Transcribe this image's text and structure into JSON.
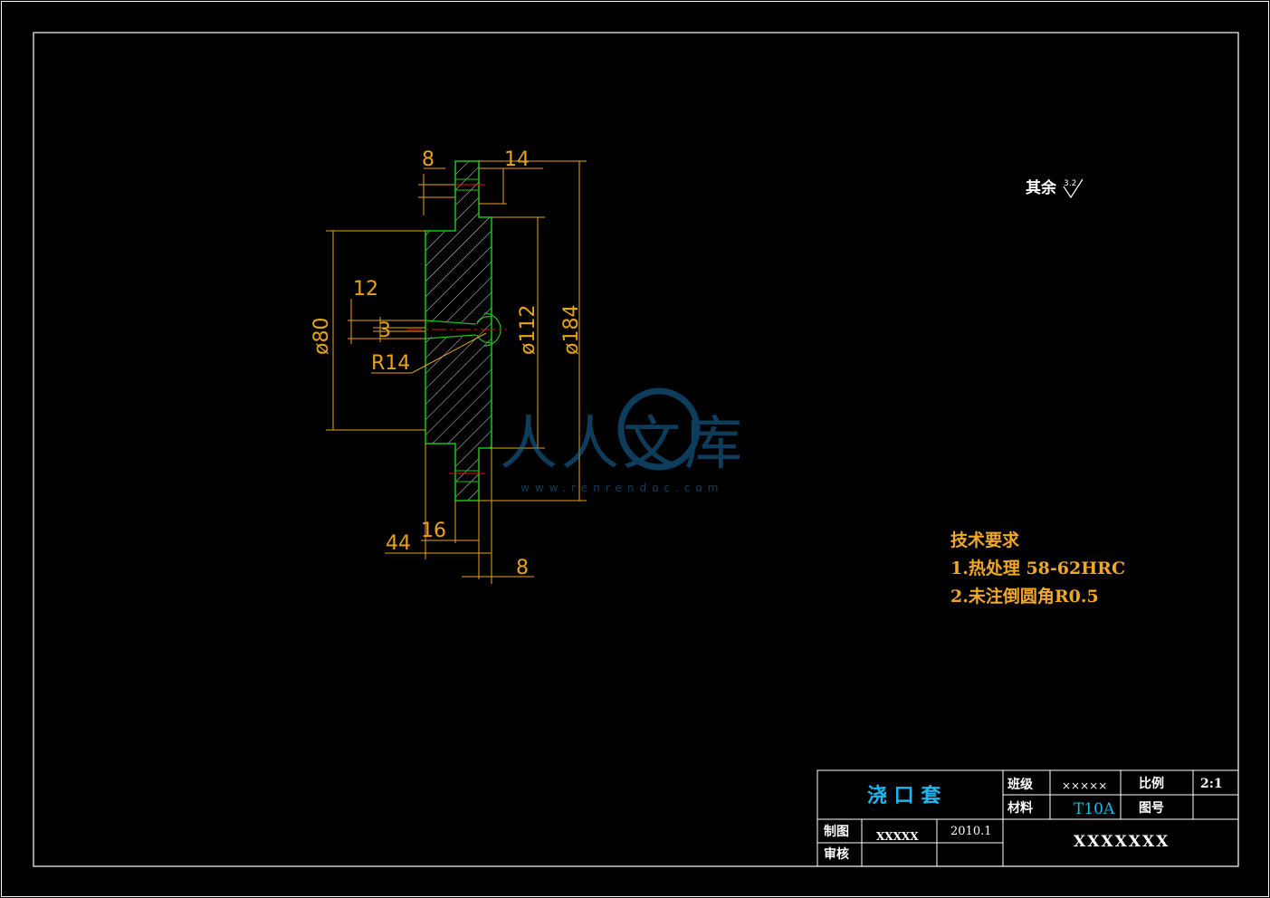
{
  "drawing": {
    "dimensions": {
      "top_flange_width": "8",
      "top_step": "14",
      "bore_width": "12",
      "nozzle_hole": "3",
      "radius": "R14",
      "dia_small": "ø80",
      "dia_mid": "ø112",
      "dia_large": "ø184",
      "length_overall": "44",
      "length_flange": "16",
      "length_bottom": "8"
    },
    "surface_note": "其余",
    "roughness_value": "3.2"
  },
  "tech_requirements": {
    "heading": "技术要求",
    "item1": "1.热处理 58-62HRC",
    "item2": "2.未注倒圆角R0.5"
  },
  "title_block": {
    "part_name": "浇 口 套",
    "class_label": "班级",
    "class_value": "×××××",
    "scale_label": "比例",
    "scale_value": "2:1",
    "material_label": "材料",
    "material_value": "T10A",
    "drawing_no_label": "图号",
    "drawn_label": "制图",
    "drawn_by": "XXXXX",
    "date": "2010.1",
    "check_label": "审核",
    "drawing_code": "XXXXXXX"
  },
  "watermark": {
    "text": "人人文库",
    "url": "www.renrendoc.com"
  },
  "colors": {
    "background": "#000000",
    "outline": "#18c418",
    "dimension": "#e8a318",
    "frame": "#ffffff",
    "centerline": "#e01010",
    "title_text": "#18b8f0"
  }
}
